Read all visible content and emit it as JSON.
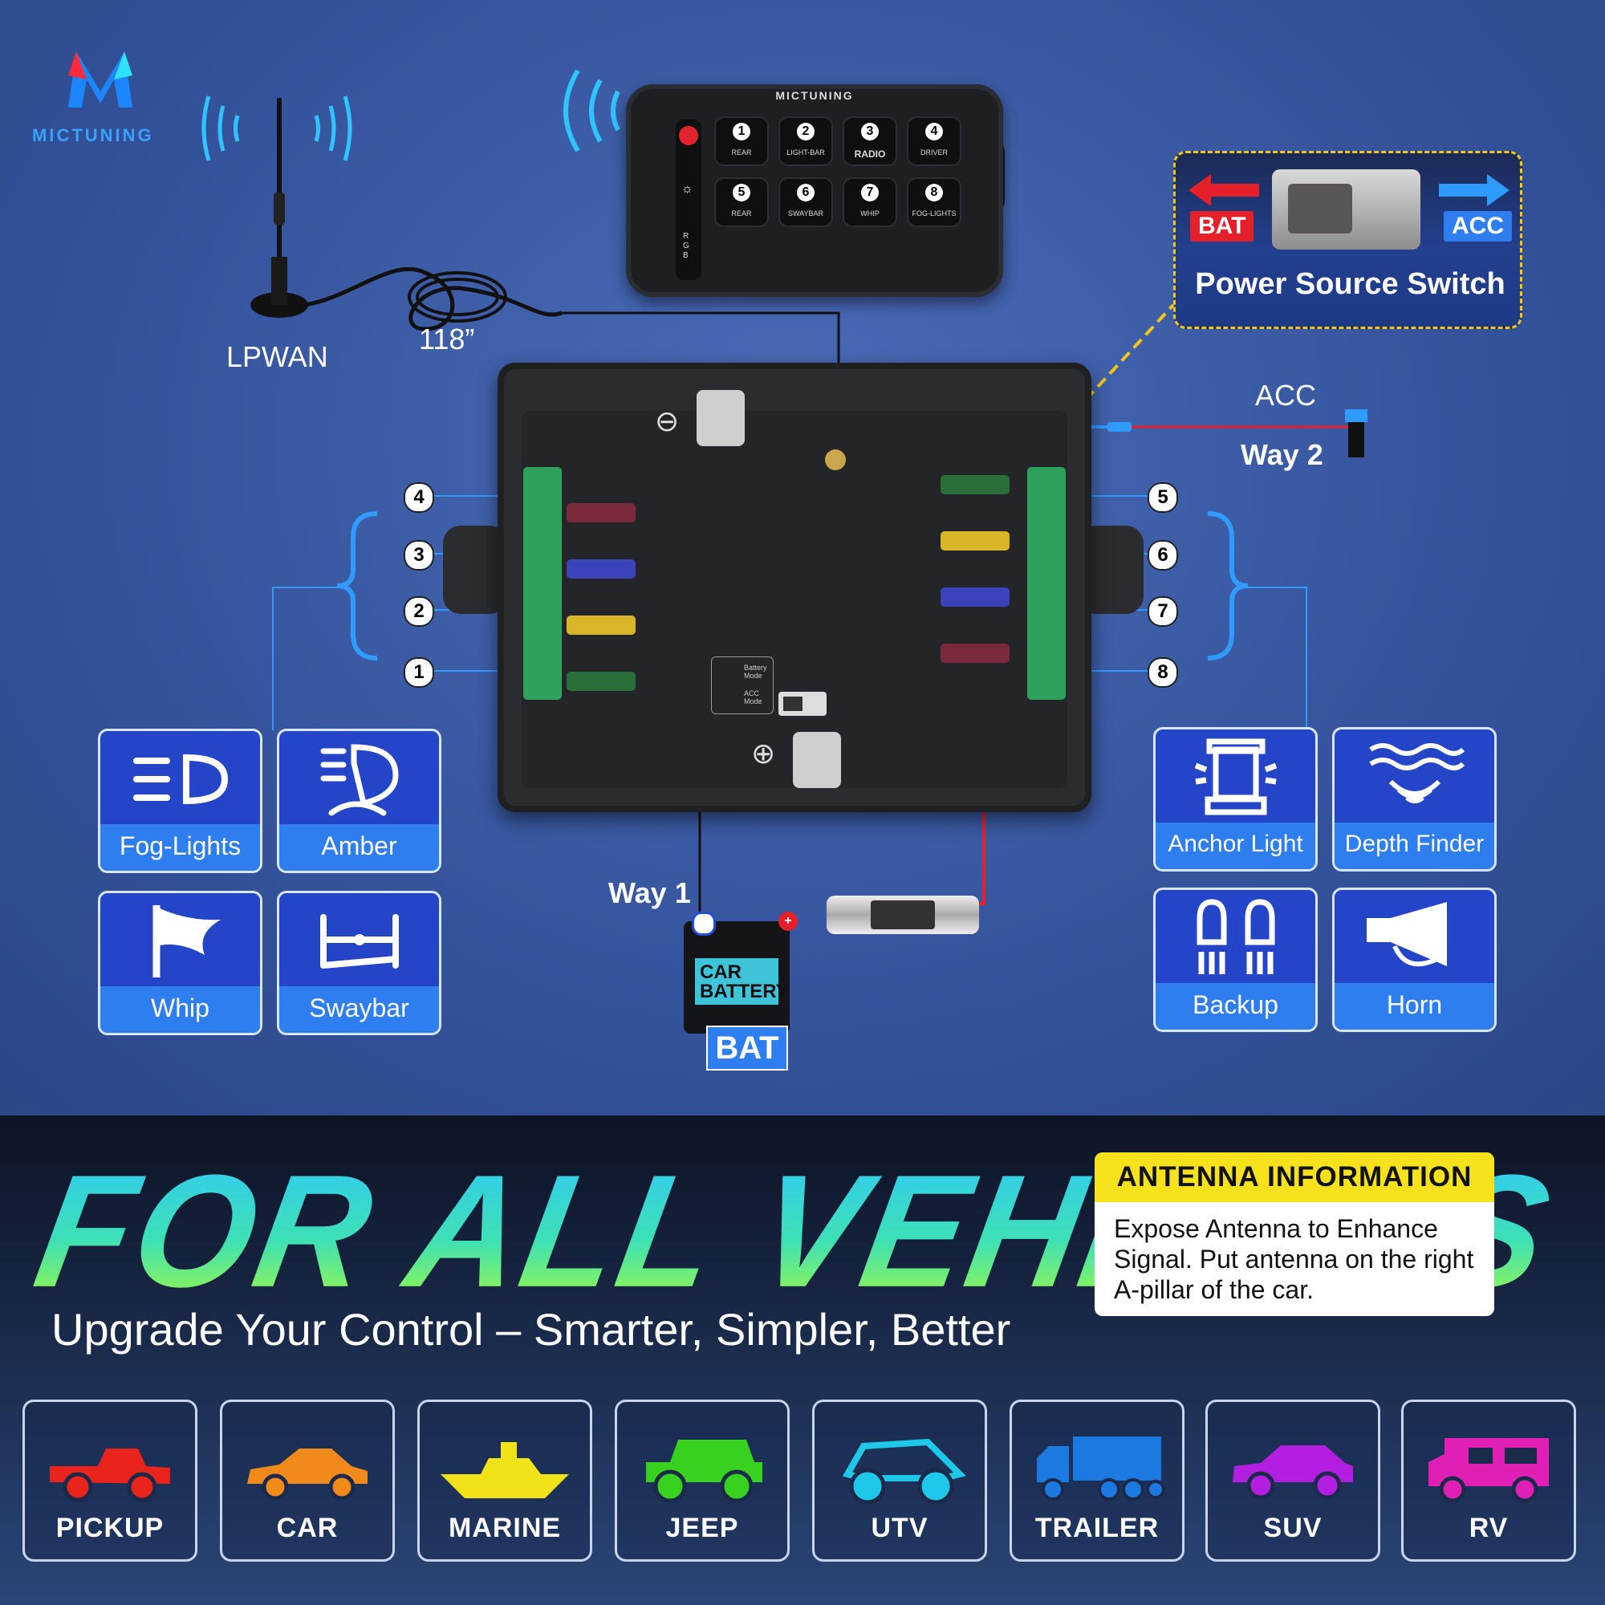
{
  "brand": {
    "name": "MICTUNING"
  },
  "antenna": {
    "label": "LPWAN",
    "cable_length": "118”"
  },
  "controller": {
    "brand": "MICTUNING",
    "side_label": "RGB",
    "buttons": [
      {
        "num": "1",
        "label": "REAR"
      },
      {
        "num": "2",
        "label": "LIGHT-BAR"
      },
      {
        "num": "3",
        "label": "RADIO"
      },
      {
        "num": "4",
        "label": "DRIVER"
      },
      {
        "num": "5",
        "label": "REAR"
      },
      {
        "num": "6",
        "label": "SWAYBAR"
      },
      {
        "num": "7",
        "label": "WHIP"
      },
      {
        "num": "8",
        "label": "FOG-LIGHTS"
      }
    ]
  },
  "power_switch": {
    "bat_tag": "BAT",
    "acc_tag": "ACC",
    "title": "Power Source Switch"
  },
  "wiring": {
    "acc_label": "ACC",
    "way2_label": "Way 2",
    "way1_label": "Way 1",
    "battery_label": "CAR BATTERY",
    "battery_tag": "BAT",
    "mode_battery": "Battery Mode",
    "mode_acc": "ACC Mode"
  },
  "channels_left": [
    "4",
    "3",
    "2",
    "1"
  ],
  "channels_right": [
    "5",
    "6",
    "7",
    "8"
  ],
  "accessories_left": [
    {
      "label": "Fog-Lights",
      "icon": "fog-light-icon"
    },
    {
      "label": "Amber",
      "icon": "amber-light-icon"
    },
    {
      "label": "Whip",
      "icon": "whip-flag-icon"
    },
    {
      "label": "Swaybar",
      "icon": "swaybar-icon"
    }
  ],
  "accessories_right": [
    {
      "label": "Anchor Light",
      "icon": "anchor-light-icon"
    },
    {
      "label": "Depth Finder",
      "icon": "depth-finder-icon"
    },
    {
      "label": "Backup",
      "icon": "backup-light-icon"
    },
    {
      "label": "Horn",
      "icon": "horn-icon"
    }
  ],
  "headline": "FOR ALL VEHICLES",
  "subline": "Upgrade Your Control – Smarter, Simpler, Better",
  "antenna_info": {
    "title": "ANTENNA INFORMATION",
    "body": "Expose Antenna to Enhance Signal. Put antenna on the right A-pillar of the car."
  },
  "vehicles": [
    {
      "label": "PICKUP",
      "color": "#e8241d"
    },
    {
      "label": "CAR",
      "color": "#f08a1b"
    },
    {
      "label": "MARINE",
      "color": "#f2e21a"
    },
    {
      "label": "JEEP",
      "color": "#38d11f"
    },
    {
      "label": "UTV",
      "color": "#1fc7e8"
    },
    {
      "label": "TRAILER",
      "color": "#1c79e0"
    },
    {
      "label": "SUV",
      "color": "#b21fe0"
    },
    {
      "label": "RV",
      "color": "#e01fb5"
    }
  ],
  "colors": {
    "accent_blue": "#2f7ef0",
    "card_blue": "#2545c8",
    "yellow": "#f6e21c",
    "wire_red": "#e5202a"
  }
}
